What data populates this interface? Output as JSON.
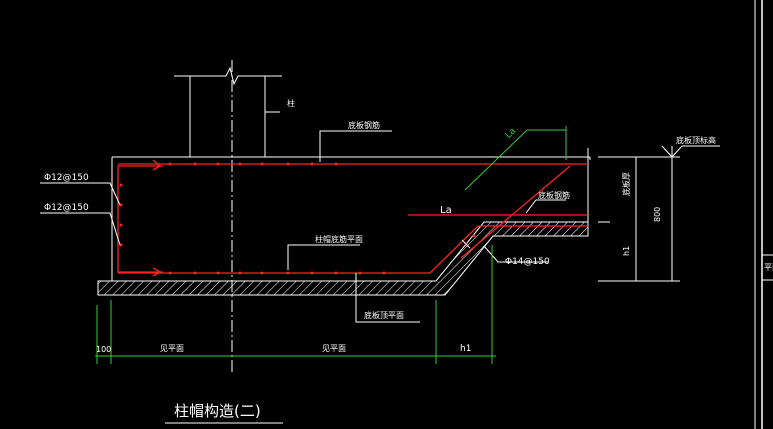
{
  "drawing": {
    "title": "柱帽构造(二)",
    "labels": {
      "column": "柱",
      "top_bar": "底板钢筋",
      "rebar_left_1": "Φ12@150",
      "rebar_left_2": "Φ12@150",
      "la_diag": "La",
      "la_horiz": "La",
      "slab_bar": "底板钢筋",
      "cap_bottom_line": "柱帽底筋平面",
      "slab_bottom_line": "底板顶平面",
      "rebar_diag": "Φ14@150",
      "top_mark": "底板顶标高",
      "vert_label": "底板厚",
      "dim_800": "800",
      "dim_h1_v": "h1",
      "dim_100": "100",
      "dim_seg1": "见平面",
      "dim_seg2": "见平面",
      "dim_h1": "h1",
      "edge": "平面"
    }
  },
  "colors": {
    "background": "#000000",
    "line": "#ffffff",
    "rebar": "#ff2020",
    "dim": "#33cc33",
    "hatch": "#ffffff"
  }
}
